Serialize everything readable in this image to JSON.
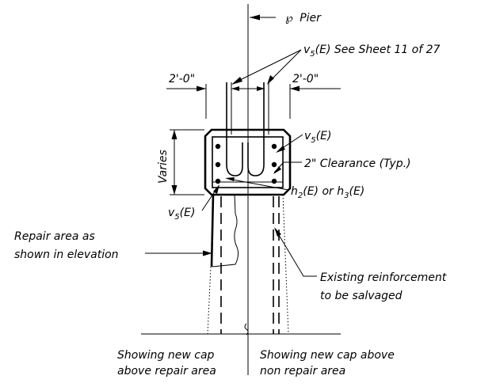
{
  "labels": {
    "pier_centerline": "Pier",
    "centerline_symbol": "℘",
    "v5_see_sheet_var": "v",
    "v5_see_sheet_sub": "5",
    "v5_see_sheet_rest": "(E) See Sheet 11 of 27",
    "dim_left": "2'-0\"",
    "dim_right": "2'-0\"",
    "varies": "Varies",
    "v5_right_var": "v",
    "v5_right_sub": "5",
    "v5_right_rest": "(E)",
    "clearance": "2\" Clearance (Typ.)",
    "h_var": "h",
    "h2_sub": "2",
    "h_mid": "(E) or h",
    "h3_sub": "3",
    "h_end": "(E)",
    "v5_left_var": "v",
    "v5_left_sub": "5",
    "v5_left_rest": "(E)",
    "repair_line1": "Repair area as",
    "repair_line2": "shown in elevation",
    "existing_line1": "Existing reinforcement",
    "existing_line2": "to be salvaged",
    "caption_left_line1": "Showing new cap",
    "caption_left_line2": "above repair area",
    "caption_right_line1": "Showing new cap above",
    "caption_right_line2": "non repair area"
  }
}
